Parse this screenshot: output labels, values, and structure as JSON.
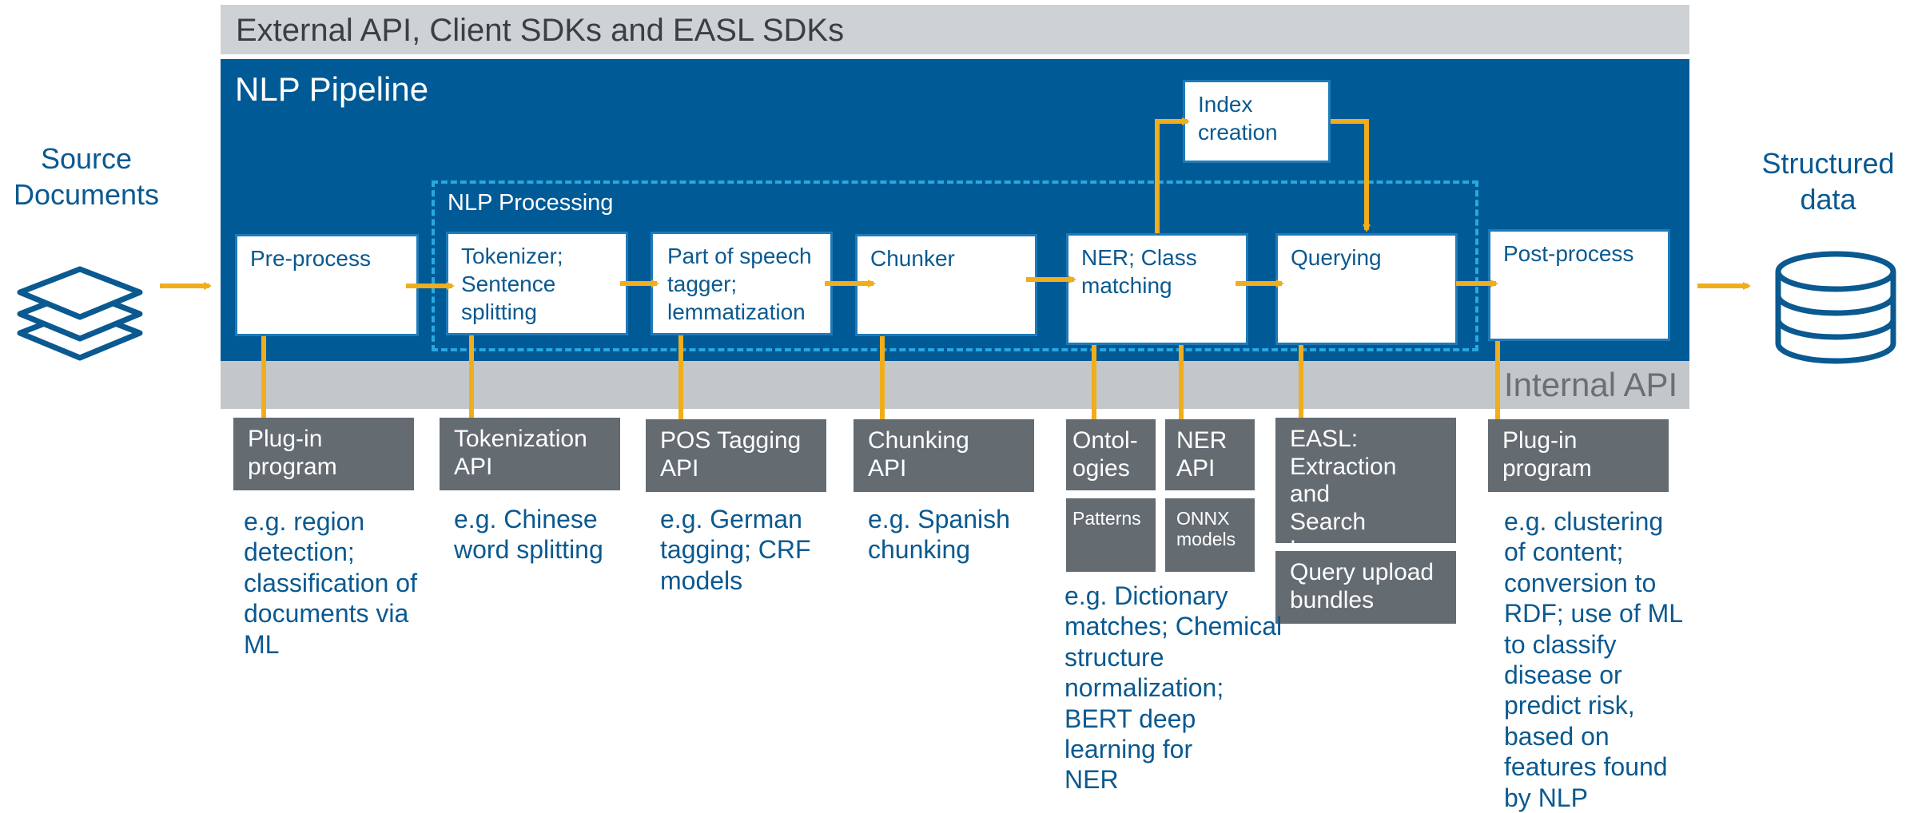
{
  "top_bar": {
    "title": "External API, Client SDKs and EASL SDKs"
  },
  "pipeline": {
    "title": "NLP Pipeline"
  },
  "nlp_processing": {
    "title": "NLP Processing"
  },
  "internal_api": {
    "label": "Internal API"
  },
  "source": {
    "label": "Source\nDocuments",
    "icon": "layers-icon"
  },
  "output": {
    "label": "Structured\ndata",
    "icon": "database-icon"
  },
  "stages": {
    "preprocess": "Pre-process",
    "tokenizer": "Tokenizer;\nSentence\nsplitting",
    "pos": "Part of speech\ntagger;\nlemmatization",
    "chunker": "Chunker",
    "ner": "NER; Class\nmatching",
    "querying": "Querying",
    "postprocess": "Post-process",
    "index": "Index\ncreation"
  },
  "extensions": {
    "plugin1": "Plug-in\nprogram",
    "tokenization_api": "Tokenization\nAPI",
    "pos_api": "POS Tagging\nAPI",
    "chunking_api": "Chunking\nAPI",
    "ontologies": "Ontol-\nogies",
    "ner_api": "NER\nAPI",
    "patterns": "Patterns",
    "onnx": "ONNX\nmodels",
    "easl": "EASL:\nExtraction and\nSearch\nLanguage",
    "query_upload": "Query upload\nbundles",
    "plugin2": "Plug-in\nprogram"
  },
  "notes": {
    "preprocess": "e.g. region\ndetection;\nclassification of\ndocuments via\nML",
    "tokenizer": "e.g. Chinese\nword splitting",
    "pos": "e.g. German\ntagging; CRF\nmodels",
    "chunker": "e.g. Spanish\nchunking",
    "ner": "e.g. Dictionary\nmatches; Chemical\nstructure\nnormalization;\nBERT deep\nlearning for\nNER",
    "postprocess": "e.g. clustering\nof content;\nconversion to\nRDF; use of ML\nto classify\ndisease or\npredict risk,\nbased on\nfeatures found\nby NLP"
  },
  "colors": {
    "pipeline_bg": "#005a96",
    "accent_arrow": "#f0ad1c",
    "dash": "#29a8e0",
    "ext_box": "#646b71",
    "text_blue": "#0a5990"
  }
}
